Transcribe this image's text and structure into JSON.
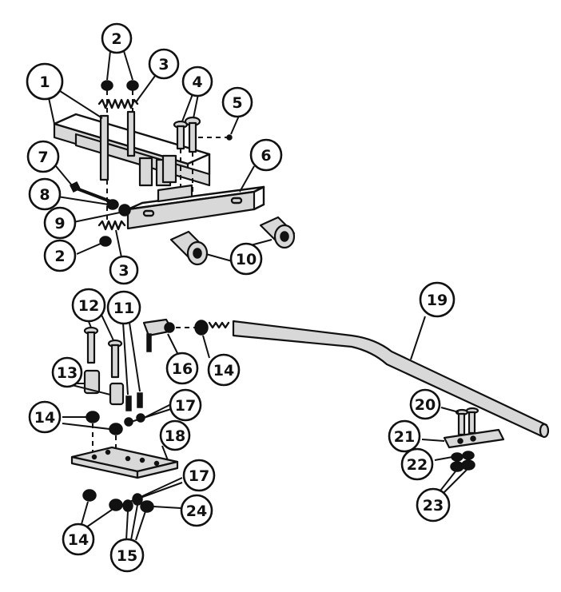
{
  "diagram": {
    "callouts": [
      {
        "id": "c1",
        "label": "1"
      },
      {
        "id": "c2a",
        "label": "2"
      },
      {
        "id": "c3a",
        "label": "3"
      },
      {
        "id": "c4",
        "label": "4"
      },
      {
        "id": "c5",
        "label": "5"
      },
      {
        "id": "c6",
        "label": "6"
      },
      {
        "id": "c7",
        "label": "7"
      },
      {
        "id": "c8",
        "label": "8"
      },
      {
        "id": "c9",
        "label": "9"
      },
      {
        "id": "c2b",
        "label": "2"
      },
      {
        "id": "c3b",
        "label": "3"
      },
      {
        "id": "c10",
        "label": "10"
      },
      {
        "id": "c12",
        "label": "12"
      },
      {
        "id": "c11",
        "label": "11"
      },
      {
        "id": "c16",
        "label": "16"
      },
      {
        "id": "c14a",
        "label": "14"
      },
      {
        "id": "c19",
        "label": "19"
      },
      {
        "id": "c13",
        "label": "13"
      },
      {
        "id": "c14b",
        "label": "14"
      },
      {
        "id": "c17a",
        "label": "17"
      },
      {
        "id": "c18",
        "label": "18"
      },
      {
        "id": "c17b",
        "label": "17"
      },
      {
        "id": "c24",
        "label": "24"
      },
      {
        "id": "c14c",
        "label": "14"
      },
      {
        "id": "c15",
        "label": "15"
      },
      {
        "id": "c20",
        "label": "20"
      },
      {
        "id": "c21",
        "label": "21"
      },
      {
        "id": "c22",
        "label": "22"
      },
      {
        "id": "c23",
        "label": "23"
      }
    ]
  }
}
